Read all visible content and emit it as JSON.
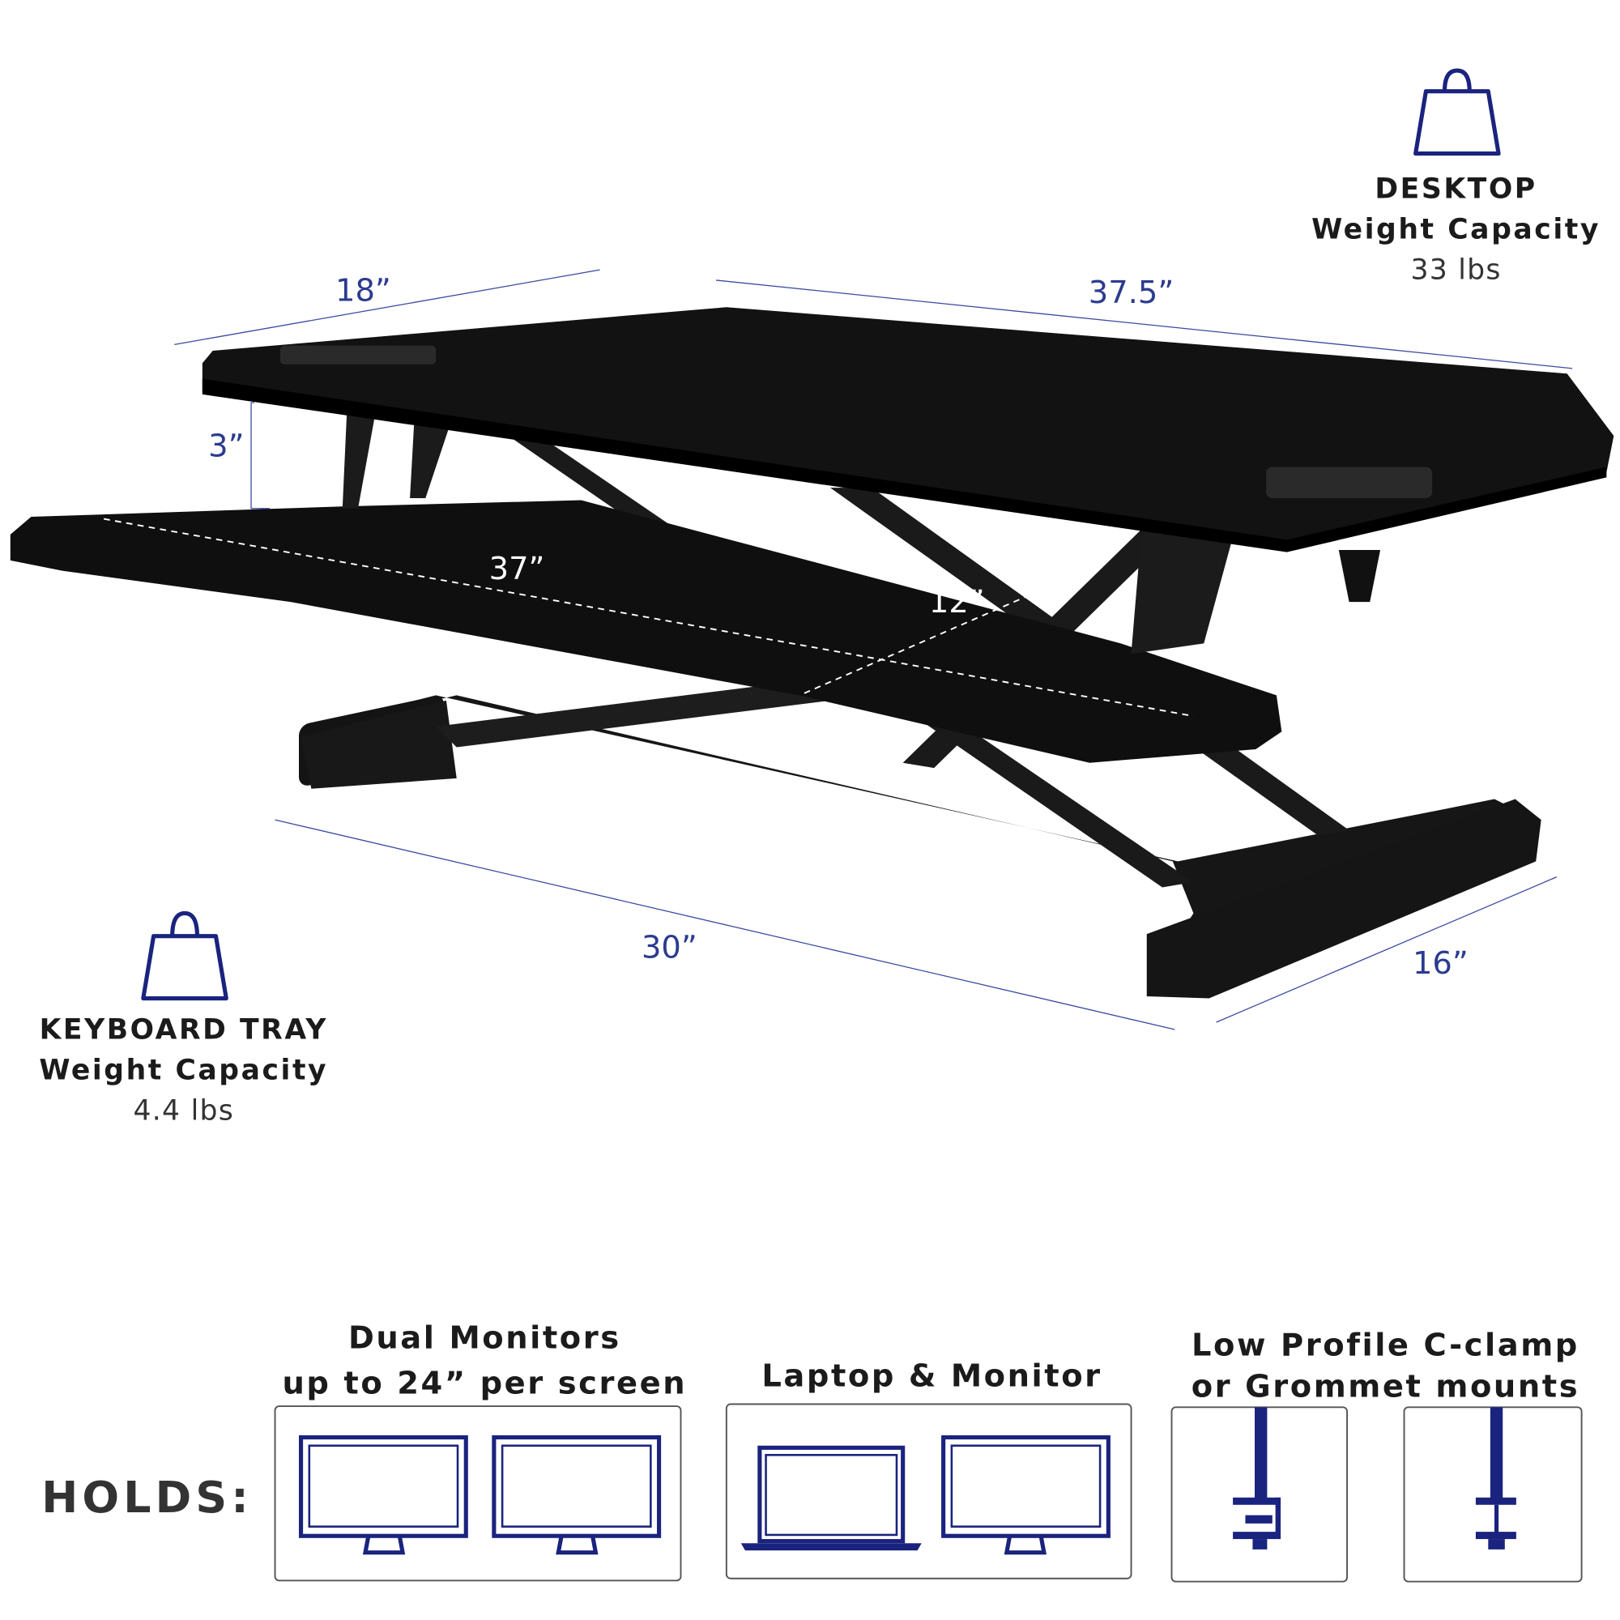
{
  "dimensions": {
    "desktop_depth": "18”",
    "desktop_width": "37.5”",
    "tray_gap": "3”",
    "tray_width": "37”",
    "tray_depth": "12”",
    "base_width": "30”",
    "base_depth": "16”"
  },
  "desktop_capacity": {
    "title": "DESKTOP",
    "subtitle": "Weight Capacity",
    "value": "33 lbs",
    "icon": "weight-icon"
  },
  "keyboard_capacity": {
    "title": "KEYBOARD TRAY",
    "subtitle": "Weight Capacity",
    "value": "4.4 lbs",
    "icon": "weight-icon"
  },
  "holds": {
    "label": "HOLDS:",
    "items": [
      {
        "line1": "Dual Monitors",
        "line2": "up to 24” per screen",
        "icon": "dual-monitor-icon"
      },
      {
        "line1": "Laptop & Monitor",
        "icon": "laptop-monitor-icon"
      },
      {
        "line1": "Low Profile C-clamp",
        "line2": "or Grommet mounts",
        "icon": "clamp-grommet-icon"
      }
    ]
  },
  "colors": {
    "accent": "#1a237e",
    "desk": "#111111"
  }
}
